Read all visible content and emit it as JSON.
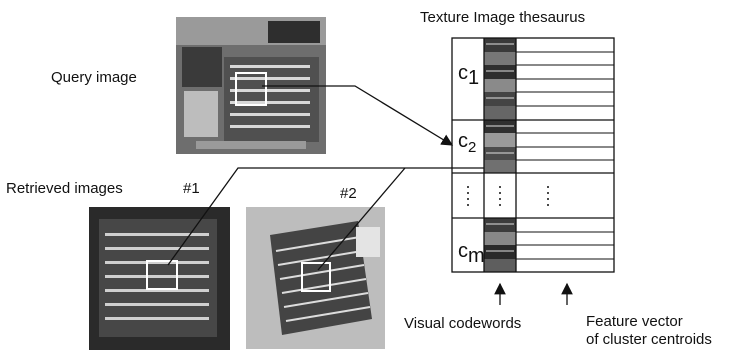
{
  "title": "Texture Image thesaurus",
  "query_label": "Query image",
  "retrieved_label": "Retrieved images",
  "retrieved_first": "#1",
  "retrieved_second": "#2",
  "clusters": [
    {
      "name": "c",
      "sub": "1"
    },
    {
      "name": "c",
      "sub": "2"
    },
    {
      "name": "c",
      "sub": "m"
    }
  ],
  "codewords_label": "Visual codewords",
  "feature_label_line1": "Feature vector",
  "feature_label_line2": "of cluster centroids"
}
